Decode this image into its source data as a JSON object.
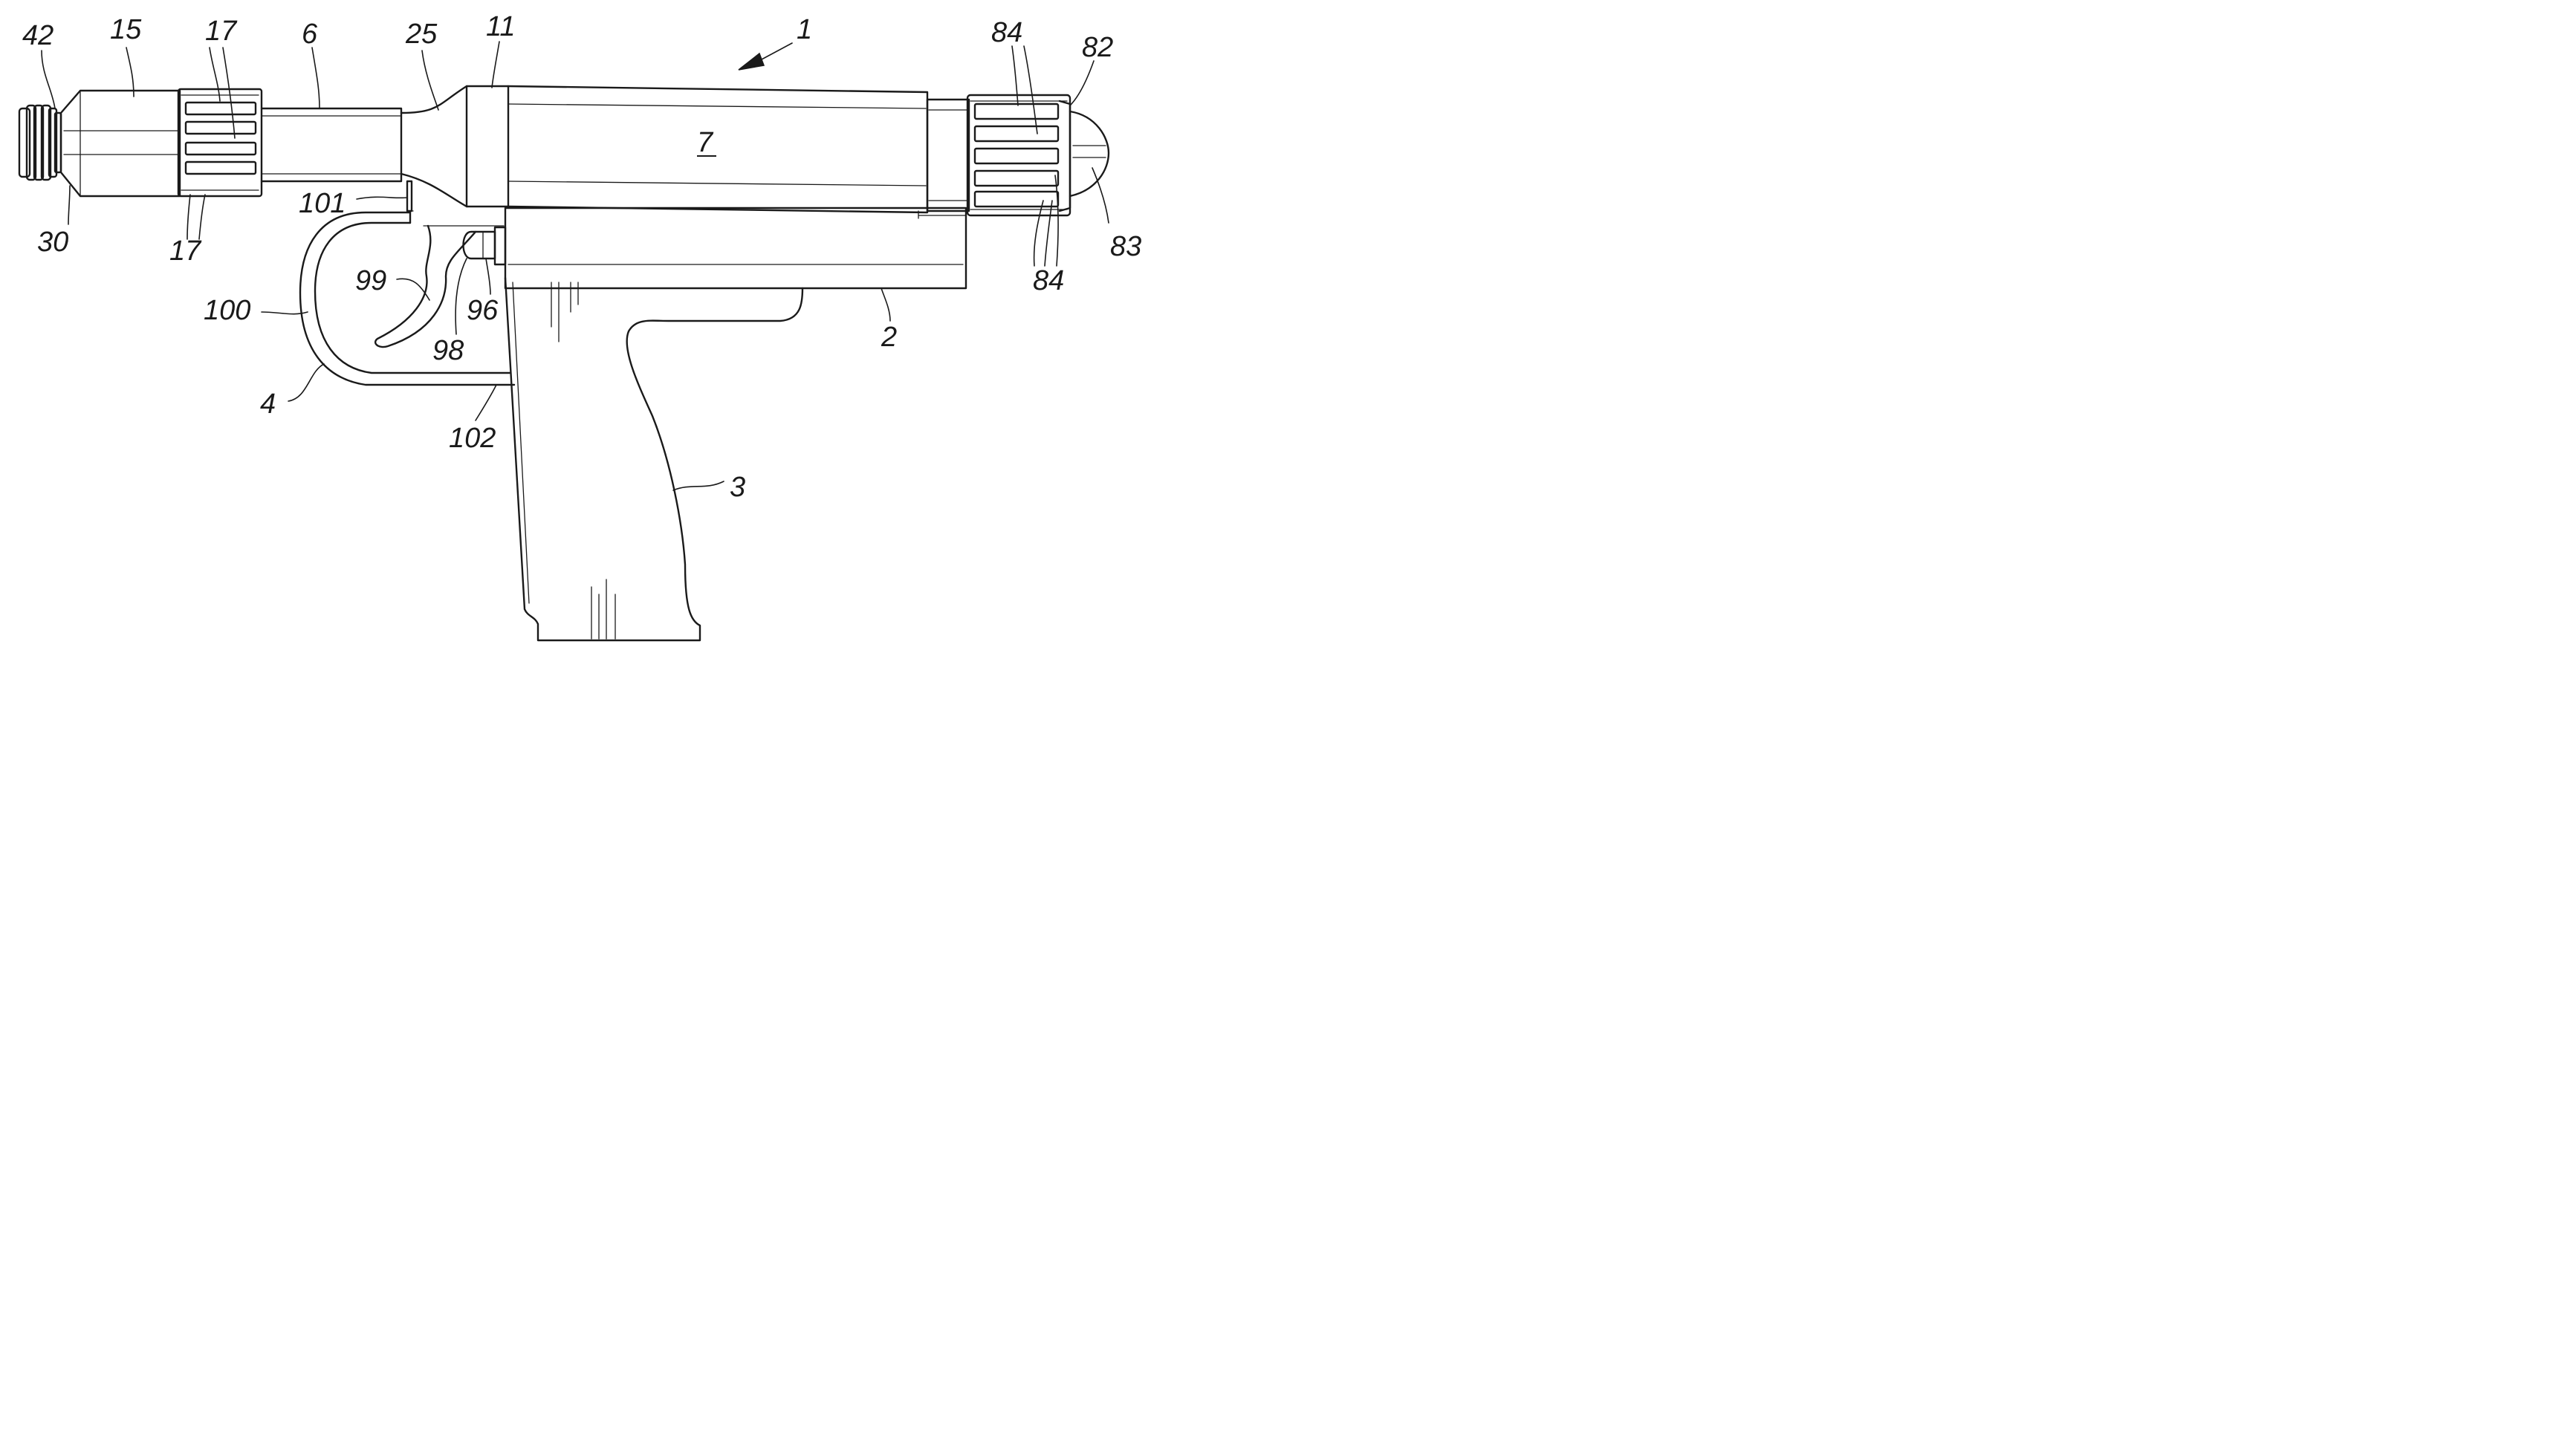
{
  "figure": {
    "labels": {
      "l1": "1",
      "l2": "2",
      "l3": "3",
      "l4": "4",
      "l6": "6",
      "l7": "7",
      "l11": "11",
      "l15": "15",
      "l17_a": "17",
      "l17_b": "17",
      "l25": "25",
      "l30": "30",
      "l42": "42",
      "l82": "82",
      "l83": "83",
      "l84_a": "84",
      "l84_b": "84",
      "l96": "96",
      "l98": "98",
      "l99": "99",
      "l100": "100",
      "l101": "101",
      "l102": "102"
    }
  }
}
